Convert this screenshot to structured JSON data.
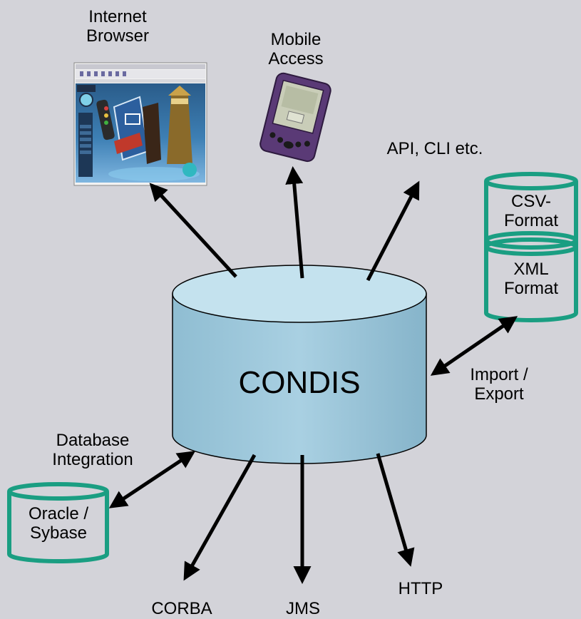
{
  "diagram": {
    "center": {
      "label": "CONDIS"
    },
    "clients": {
      "browser": {
        "label": "Internet\nBrowser"
      },
      "mobile": {
        "label": "Mobile\nAccess"
      },
      "api": {
        "label": "API, CLI etc."
      }
    },
    "import_export": {
      "label": "Import /\nExport",
      "stores": [
        {
          "label": "CSV-\nFormat"
        },
        {
          "label": "XML\nFormat"
        }
      ]
    },
    "database": {
      "label": "Database\nIntegration",
      "store": {
        "label": "Oracle /\nSybase"
      }
    },
    "protocols": [
      {
        "label": "CORBA"
      },
      {
        "label": "JMS"
      },
      {
        "label": "HTTP"
      }
    ],
    "colors": {
      "background": "#d3d3d9",
      "cylinder_fill": "#9ec8dc",
      "cylinder_top": "#c4e2ee",
      "store_outline": "#1a9e82",
      "arrow": "#000000"
    }
  }
}
